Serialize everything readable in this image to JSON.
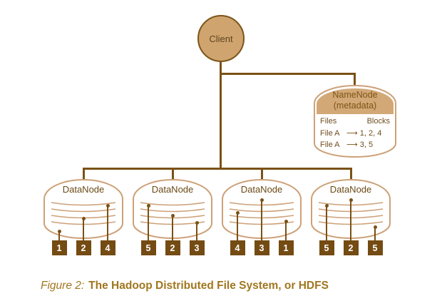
{
  "diagram": {
    "client_label": "Client",
    "namenode": {
      "title_line1": "NameNode",
      "title_line2": "(metadata)",
      "col_files": "Files",
      "col_blocks": "Blocks",
      "rows": [
        {
          "file": "File A",
          "arrow": "⟶",
          "blocks": "1, 2, 4"
        },
        {
          "file": "File A",
          "arrow": "⟶",
          "blocks": "3, 5"
        }
      ]
    },
    "datanodes": [
      {
        "label": "DataNode",
        "blocks": [
          "1",
          "2",
          "4"
        ]
      },
      {
        "label": "DataNode",
        "blocks": [
          "5",
          "2",
          "3"
        ]
      },
      {
        "label": "DataNode",
        "blocks": [
          "4",
          "3",
          "1"
        ]
      },
      {
        "label": "DataNode",
        "blocks": [
          "5",
          "2",
          "5"
        ]
      }
    ],
    "caption_prefix": "Figure 2:",
    "caption_text": "The Hadoop Distributed File System, or HDFS"
  },
  "colors": {
    "node_fill_tan": "#cfa46f",
    "line_dark_brown": "#7a5116",
    "cylinder_stroke_tan": "#cda178",
    "block_brown": "#744b13",
    "caption_gold": "#a1761e"
  }
}
